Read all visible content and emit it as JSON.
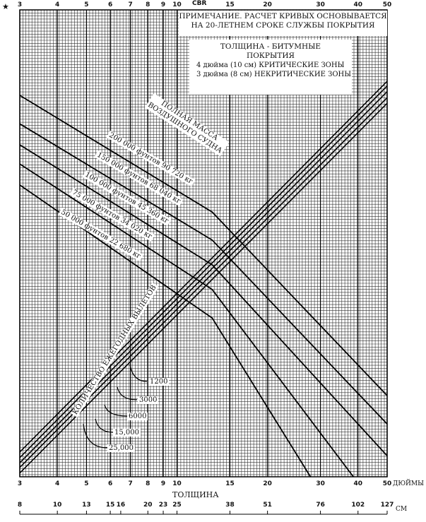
{
  "chart_data": {
    "type": "line",
    "title": "CBR",
    "star": "★",
    "xlabel": "ТОЛЩИНА",
    "x_scale": "log",
    "xlim": [
      3,
      50
    ],
    "ylim": [
      0,
      100
    ],
    "top_ticks": [
      "3",
      "4",
      "5",
      "6",
      "7",
      "8",
      "9",
      "10",
      "15",
      "20",
      "30",
      "40",
      "50"
    ],
    "top_tick_values": [
      3,
      4,
      5,
      6,
      7,
      8,
      9,
      10,
      15,
      20,
      30,
      40,
      50
    ],
    "bottom_ticks_in": [
      "3",
      "4",
      "5",
      "6",
      "7",
      "8",
      "9",
      "10",
      "15",
      "20",
      "30",
      "40",
      "50"
    ],
    "bottom_unit_in": "ДЮЙМЫ",
    "bottom_ticks_cm": [
      "8",
      "10",
      "13",
      "15",
      "16",
      "20",
      "23",
      "25",
      "38",
      "51",
      "76",
      "102",
      "127"
    ],
    "bottom_tick_cm_positions_in": [
      3,
      4,
      5,
      6,
      6.5,
      8,
      9,
      10,
      15,
      20,
      30,
      40,
      50
    ],
    "bottom_unit_cm": "СМ",
    "note": [
      "ПРИМЕЧАНИЕ. РАСЧЕТ КРИВЫХ ОСНОВЫВАЕТСЯ",
      "НА 20-ЛЕТНЕМ СРОКЕ СЛУЖБЫ ПОКРЫТИЯ"
    ],
    "legend_title": [
      "ТОЛЩИНА - БИТУМНЫЕ",
      "ПОКРЫТИЯ"
    ],
    "legend_lines": [
      "4 дюйма (10 см) КРИТИЧЕСКИЕ ЗОНЫ",
      "3 дюйма (8 см) НЕКРИТИЧЕСКИЕ ЗОНЫ"
    ],
    "weight_group_label": [
      "ПОЛНАЯ МАССА",
      "ВОЗДУШНОГО СУДНА"
    ],
    "weight_series": [
      {
        "name": "200 000 фунтов   90 720 кг",
        "points": [
          [
            3,
            81.7
          ],
          [
            13.1,
            56.7
          ],
          [
            50,
            17.4
          ]
        ]
      },
      {
        "name": "150 000 фунтов   68 040 кг",
        "points": [
          [
            3,
            75.6
          ],
          [
            13.1,
            50.7
          ],
          [
            50,
            11.3
          ]
        ]
      },
      {
        "name": "100 000 фунтов   45 360 кг",
        "points": [
          [
            3,
            71.1
          ],
          [
            13.1,
            45.4
          ],
          [
            50,
            4.5
          ]
        ]
      },
      {
        "name": "75 000 фунтов   34 020 кг",
        "points": [
          [
            3,
            67.0
          ],
          [
            13.1,
            40.1
          ],
          [
            38.6,
            0
          ]
        ]
      },
      {
        "name": "50 000 фунтов   22 680 кг",
        "points": [
          [
            3,
            62.5
          ],
          [
            13.1,
            34.0
          ],
          [
            27.8,
            0
          ]
        ]
      }
    ],
    "coverage_label": "КОЛИЧЕСТВО ЕЖЕГОДНЫХ ВЫЛЕТОВ",
    "coverage_series": [
      {
        "name": "1200",
        "points": [
          [
            3,
            0.8
          ],
          [
            50,
            80.0
          ]
        ]
      },
      {
        "name": "3000",
        "points": [
          [
            3,
            2.0
          ],
          [
            50,
            81.2
          ]
        ]
      },
      {
        "name": "6000",
        "points": [
          [
            3,
            3.0
          ],
          [
            50,
            82.5
          ]
        ]
      },
      {
        "name": "15,000",
        "points": [
          [
            3,
            4.1
          ],
          [
            50,
            83.7
          ]
        ]
      },
      {
        "name": "25,000",
        "points": [
          [
            3,
            5.3
          ],
          [
            50,
            84.7
          ]
        ]
      }
    ],
    "grid": true
  }
}
